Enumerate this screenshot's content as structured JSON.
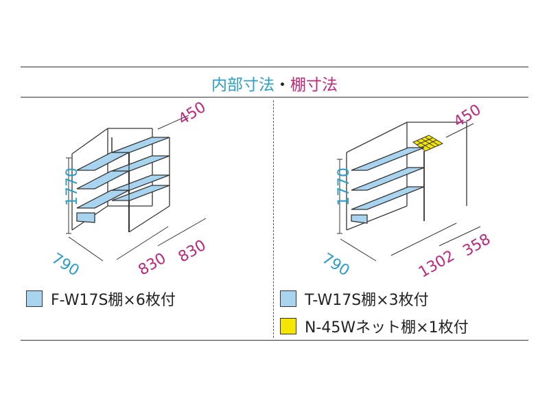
{
  "header": {
    "title_part1": "内部寸法",
    "title_dot": "・",
    "title_part2": "棚寸法"
  },
  "left": {
    "depth_top": "450",
    "height": "1770",
    "depth_bottom": "790",
    "width_1": "830",
    "width_2": "830",
    "legend": [
      {
        "label": "F-W17S棚×6枚付",
        "color": "#a9d4ef"
      }
    ]
  },
  "right": {
    "depth_top": "450",
    "height": "1770",
    "depth_bottom": "790",
    "width_1": "1302",
    "width_2": "358",
    "legend": [
      {
        "label": "T-W17S棚×3枚付",
        "color": "#a9d4ef"
      },
      {
        "label": "N-45Wネット棚×1枚付",
        "color": "#f4e600"
      }
    ]
  },
  "colors": {
    "dimension_blue": "#2a9fc8",
    "dimension_magenta": "#c0267a",
    "shelf_blue": "#a9d4ef",
    "net_yellow": "#f4e600"
  }
}
